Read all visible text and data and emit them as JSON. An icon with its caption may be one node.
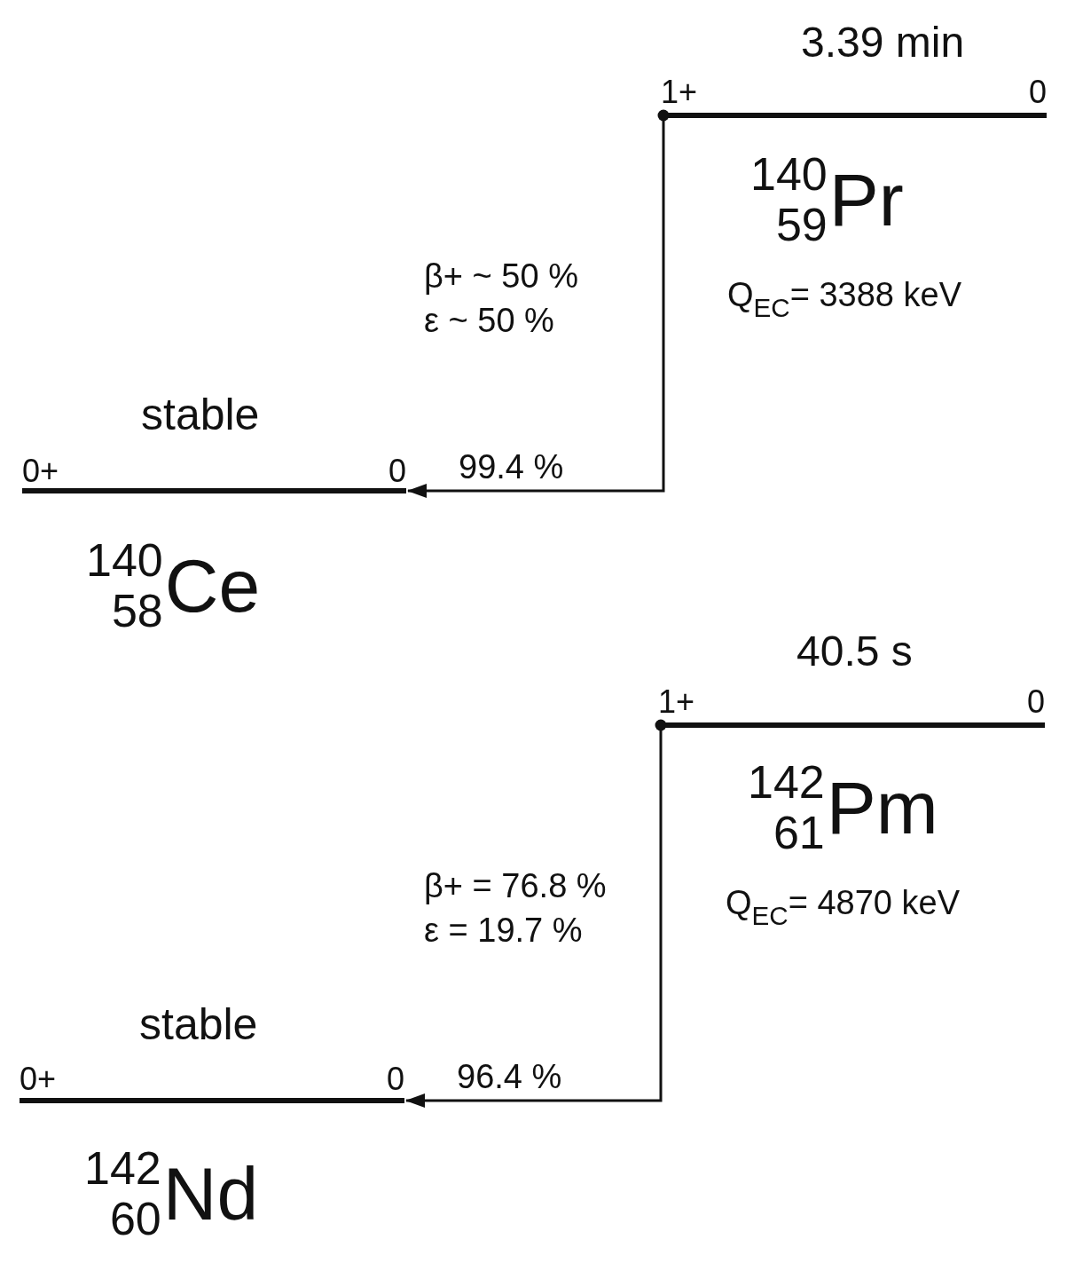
{
  "diagram": {
    "nodes": [
      {
        "text": [
          "1+",
          "0"
        ],
        "beside": [
          "3.39 min",
          "$^{140}$$_{59}$Pr",
          "Q$_{EC}$= 3388 keV"
        ]
      },
      {
        "text": [
          "0+",
          "0"
        ],
        "beside": [
          "stable",
          "$^{140}$$_{58}$Ce"
        ]
      },
      {
        "text": [
          "1+",
          "0"
        ],
        "beside": [
          "40.5 s",
          "$^{142}$$_{61}$Pm",
          "Q$_{EC}$= 4870 keV"
        ]
      },
      {
        "text": [
          "0+",
          "0"
        ],
        "beside": [
          "stable",
          "$^{142}$$_{60}$Nd"
        ]
      }
    ],
    "edges": [
      {
        "from": 0,
        "to": 1,
        "arrow": "to",
        "label": "99.4 %"
      },
      {
        "from": 2,
        "to": 3,
        "arrow": "to",
        "label": "96.4 %"
      }
    ],
    "labels": [
      "β+ ~ 50 %",
      "ε ~ 50 %",
      "β+ = 76.8 %",
      "ε = 19.7 %"
    ]
  }
}
